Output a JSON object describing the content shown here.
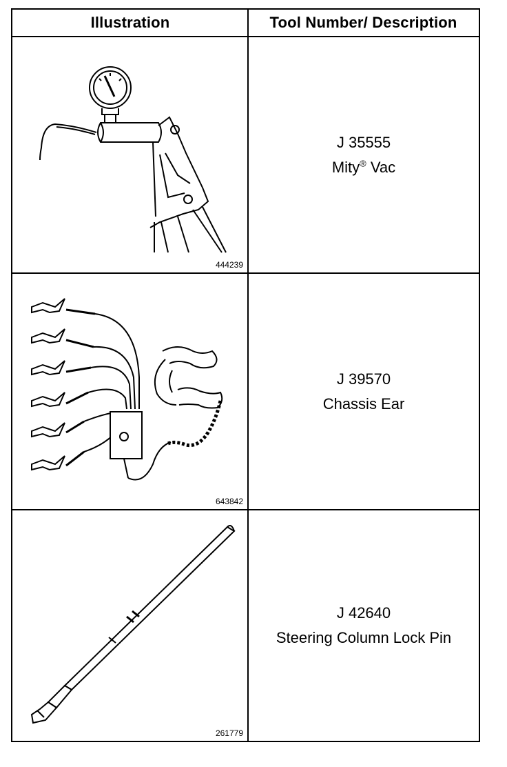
{
  "header": {
    "illustration_label": "Illustration",
    "description_label": "Tool Number/ Description"
  },
  "rows": [
    {
      "figure_number": "444239",
      "tool_number": "J 35555",
      "description_main": "Mity",
      "description_sup": "®",
      "description_tail": " Vac",
      "illustration_icon": "vacuum-pump-gauge"
    },
    {
      "figure_number": "643842",
      "tool_number": "J 39570",
      "description": "Chassis Ear",
      "illustration_icon": "chassis-ear-clips"
    },
    {
      "figure_number": "261779",
      "tool_number": "J 42640",
      "description": "Steering Column Lock Pin",
      "illustration_icon": "lock-pin"
    }
  ]
}
